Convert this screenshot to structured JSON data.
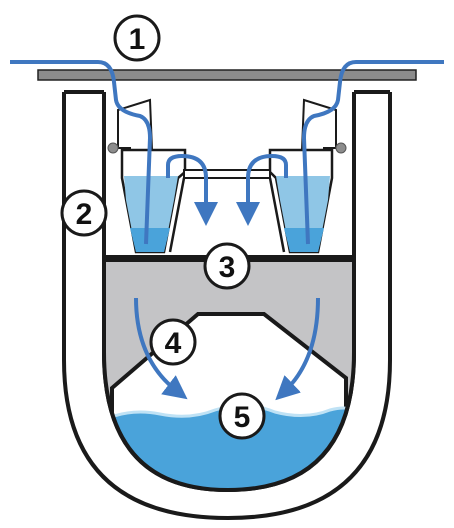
{
  "callouts": [
    {
      "number": "1"
    },
    {
      "number": "2"
    },
    {
      "number": "3"
    },
    {
      "number": "4"
    },
    {
      "number": "5"
    }
  ],
  "colors": {
    "flow_arrow": "#3f77c0",
    "water_light": "#8fc6e6",
    "water_dark": "#4aa3da",
    "chamber_fill": "#c4c4c6",
    "tank_outline": "#1a1a1a",
    "lid": "#8c8c8c",
    "background": "#ffffff"
  },
  "icons": {
    "flow": "blue-flow-arrow",
    "hinge": "grey-hinge-dot"
  }
}
